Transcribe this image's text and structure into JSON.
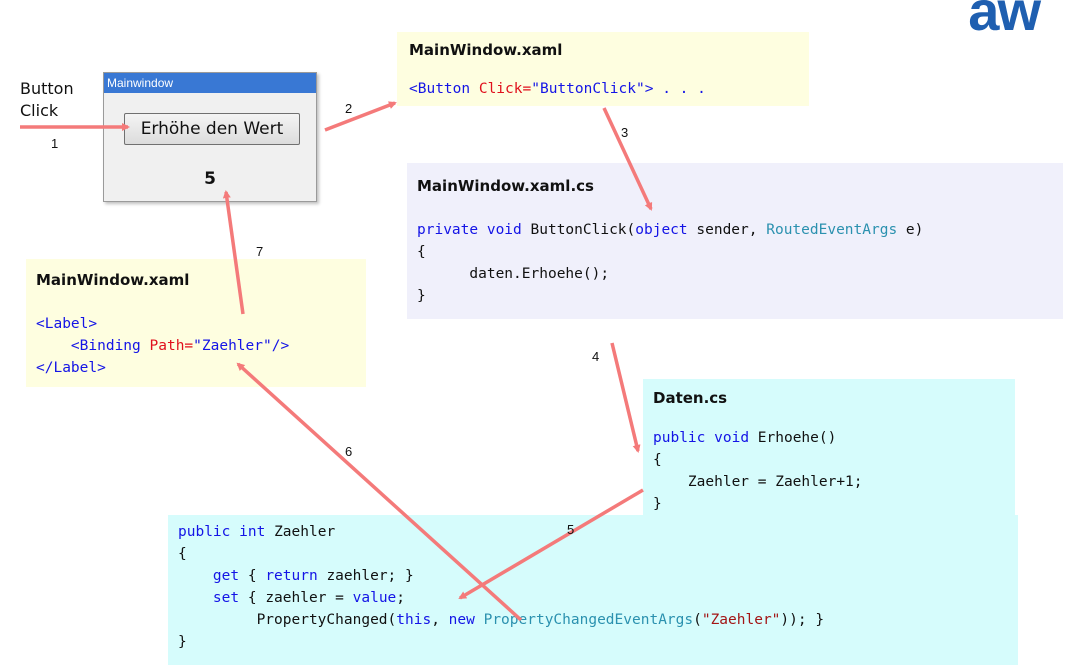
{
  "logo": "aw",
  "button_click_label": [
    "Button",
    "Click"
  ],
  "window": {
    "title": "Mainwindow",
    "button_label": "Erhöhe den Wert",
    "value": "5"
  },
  "xaml_top": {
    "title": "MainWindow.xaml",
    "code": [
      [
        "<Button",
        " ",
        "Click=",
        "\"ButtonClick\"",
        "> . . ."
      ]
    ]
  },
  "xaml_cs": {
    "title": "MainWindow.xaml.cs",
    "line1": {
      "kw1": "private",
      "kw2": "void",
      "name": "ButtonClick(",
      "kw3": "object",
      "p1": "sender, ",
      "ty": "RoutedEventArgs",
      "p2": " e)"
    },
    "line2": "{",
    "line3": "daten.Erhoehe();",
    "line4": "}"
  },
  "xaml_label": {
    "title": "MainWindow.xaml",
    "line1": "<Label>",
    "line2_tag": "<Binding",
    "line2_attr": "Path=",
    "line2_val": "\"Zaehler\"",
    "line2_end": "/>",
    "line3": "</Label>"
  },
  "daten": {
    "title": "Daten.cs",
    "line1": {
      "kw1": "public",
      "kw2": "void",
      "rest": "Erhoehe()"
    },
    "line2": "{",
    "line3": "Zaehler = Zaehler+1;",
    "line4": "}"
  },
  "property": {
    "line1": {
      "kw1": "public",
      "kw2": "int",
      "rest": "Zaehler"
    },
    "line2": "{",
    "line3": {
      "kw1": "get",
      "p1": "{ ",
      "kw2": "return",
      "p2": " zaehler; }"
    },
    "line4": {
      "kw1": "set",
      "p1": "{ zaehler = ",
      "kw2": "value",
      "p2": ";"
    },
    "line5": {
      "p1": "PropertyChanged(",
      "kw1": "this",
      "p2": ", ",
      "kw2": "new",
      "p3": " ",
      "ty": "PropertyChangedEventArgs",
      "p4": "(",
      "st": "\"Zaehler\"",
      "p5": ")); }"
    },
    "line6": "}"
  },
  "step_numbers": [
    "1",
    "2",
    "3",
    "4",
    "5",
    "6",
    "7"
  ],
  "arrow_color": "#f47a7a"
}
